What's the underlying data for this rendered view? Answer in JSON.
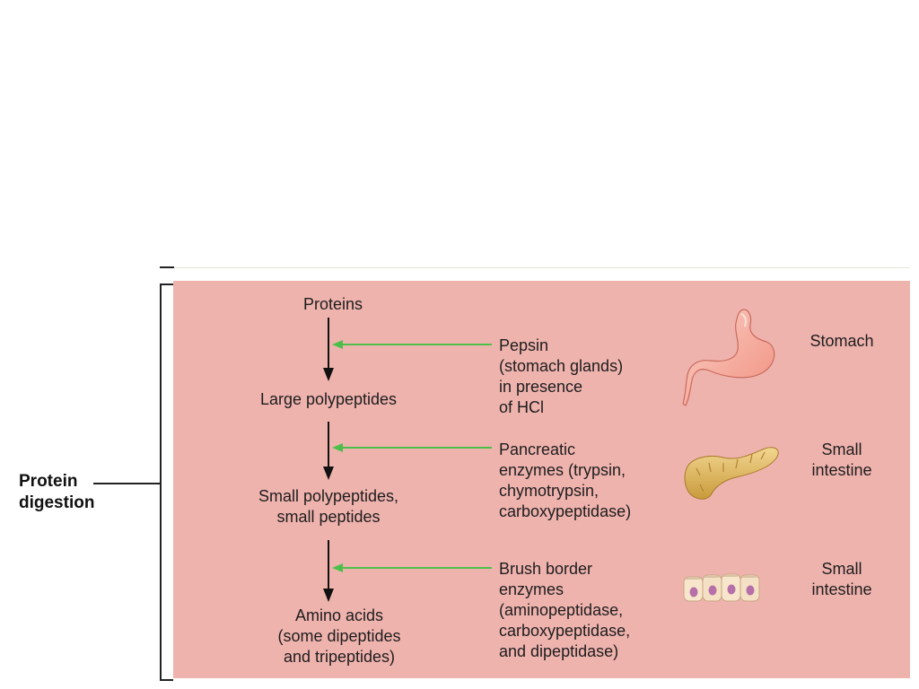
{
  "side_label": {
    "line1": "Protein",
    "line2": "digestion"
  },
  "substrates": [
    {
      "lines": [
        "Proteins"
      ]
    },
    {
      "lines": [
        "Large polypeptides"
      ]
    },
    {
      "lines": [
        "Small polypeptides,",
        "small peptides"
      ]
    },
    {
      "lines": [
        "Amino acids",
        "(some dipeptides",
        "and tripeptides)"
      ]
    }
  ],
  "enzymes": [
    {
      "lines": [
        "Pepsin",
        "(stomach glands)",
        "in presence",
        "of HCl"
      ]
    },
    {
      "lines": [
        "Pancreatic",
        "enzymes (trypsin,",
        "chymotrypsin,",
        "carboxypeptidase)"
      ]
    },
    {
      "lines": [
        "Brush border",
        "enzymes",
        "(aminopeptidase,",
        "carboxypeptidase,",
        "and dipeptidase)"
      ]
    }
  ],
  "organs": [
    {
      "lines": [
        "Stomach"
      ],
      "icon": "stomach-icon"
    },
    {
      "lines": [
        "Small",
        "intestine"
      ],
      "icon": "pancreas-icon"
    },
    {
      "lines": [
        "Small",
        "intestine"
      ],
      "icon": "intestinal-cells-icon"
    }
  ],
  "colors": {
    "panel": "#efb3ae",
    "arrow_green": "#4cbf4a",
    "flow_arrow": "#111111"
  }
}
